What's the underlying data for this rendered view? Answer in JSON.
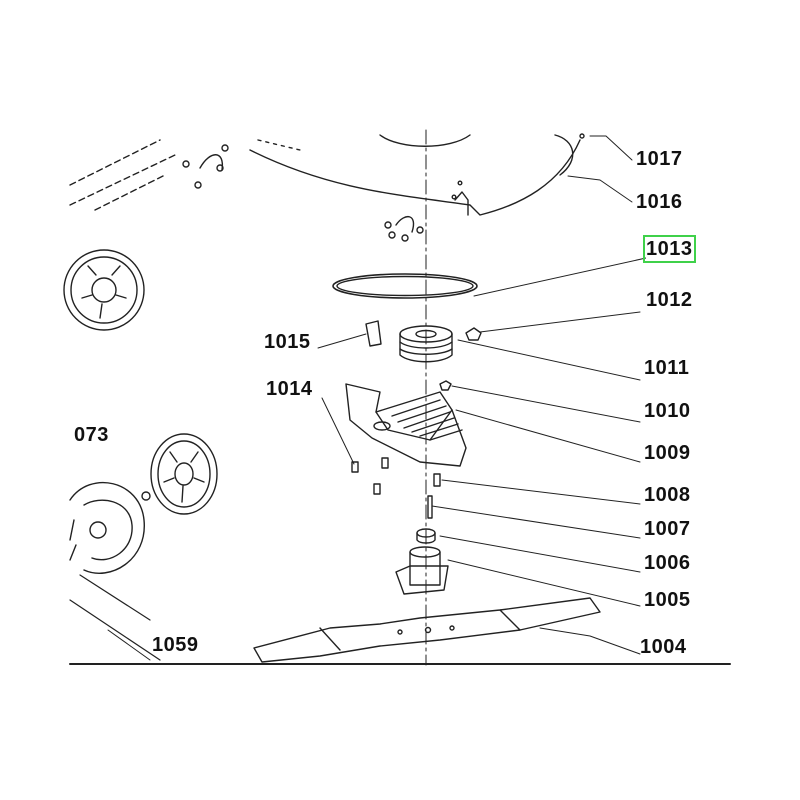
{
  "diagram": {
    "highlight_color": "#3fd14a",
    "highlighted_part": "1013",
    "labels": {
      "p1017": "1017",
      "p1016": "1016",
      "p1013": "1013",
      "p1012": "1012",
      "p1015": "1015",
      "p1011": "1011",
      "p1014": "1014",
      "p1010": "1010",
      "p073": "073",
      "p1009": "1009",
      "p1008": "1008",
      "p1007": "1007",
      "p1006": "1006",
      "p1005": "1005",
      "p1059": "1059",
      "p1004": "1004"
    }
  }
}
